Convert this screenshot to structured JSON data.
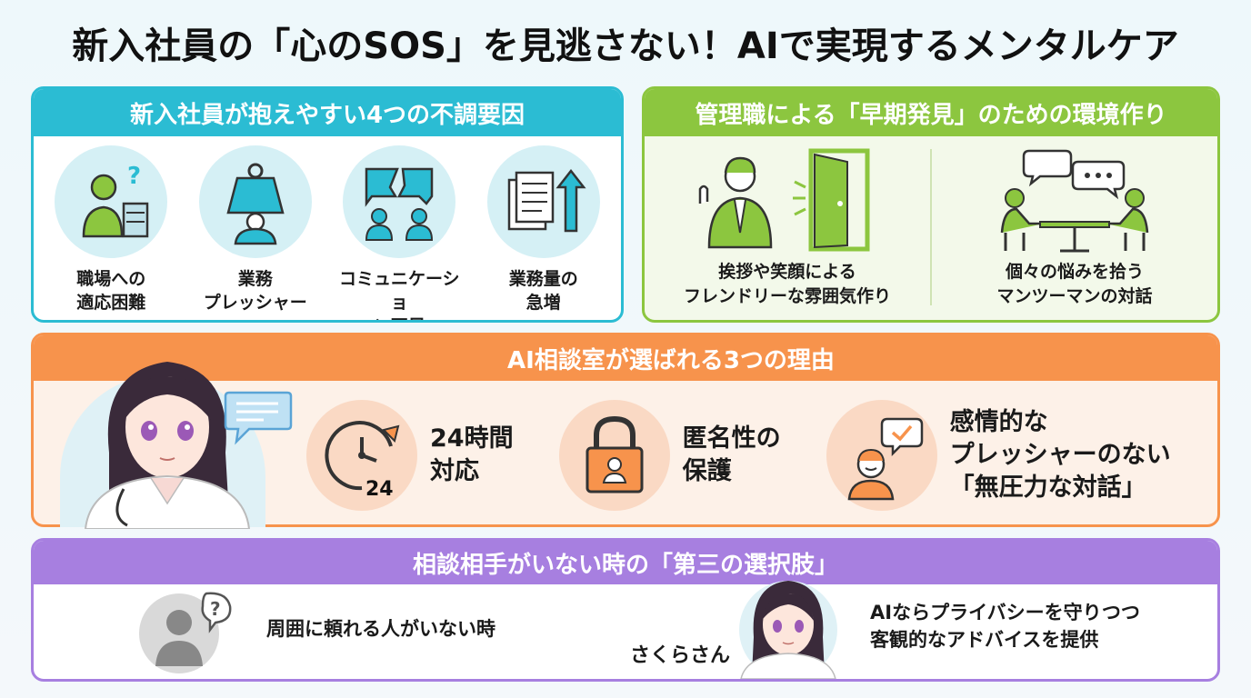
{
  "title": "新入社員の「心のSOS」を見逃さない！AIで実現するメンタルケア",
  "factors_panel": {
    "heading": "新入社員が抱えやすい4つの不調要因",
    "items": [
      {
        "label": "職場への\n適応困難",
        "icon": "confused-worker-icon"
      },
      {
        "label": "業務\nプレッシャー",
        "icon": "weight-pressure-icon"
      },
      {
        "label": "コミュニケーショ\nン不足",
        "icon": "broken-communication-icon"
      },
      {
        "label": "業務量の\n急増",
        "icon": "document-increase-icon"
      }
    ]
  },
  "manager_panel": {
    "heading": "管理職による「早期発見」のための環境作り",
    "items": [
      {
        "label": "挨拶や笑顔による\nフレンドリーな雰囲気作り",
        "icon": "greeting-manager-door-icon"
      },
      {
        "label": "個々の悩みを拾う\nマンツーマンの対話",
        "icon": "one-on-one-meeting-icon"
      }
    ]
  },
  "reasons_panel": {
    "heading": "AI相談室が選ばれる3つの理由",
    "items": [
      {
        "label": "24時間\n対応",
        "icon": "clock-24-icon",
        "clock_text": "24"
      },
      {
        "label": "匿名性の\n保護",
        "icon": "padlock-icon"
      },
      {
        "label": "感情的な\nプレッシャーのない\n「無圧力な対話」",
        "icon": "calm-person-icon"
      }
    ]
  },
  "option_panel": {
    "heading": "相談相手がいない時の「第三の選択肢」",
    "left_text": "周囲に頼れる人がいない時",
    "character_name": "さくらさん",
    "right_text": "AIならプライバシーを守りつつ\n客観的なアドバイスを提供"
  },
  "colors": {
    "teal": "#2bbcd3",
    "green": "#8cc63f",
    "orange": "#f7934c",
    "purple": "#a77fe0"
  }
}
